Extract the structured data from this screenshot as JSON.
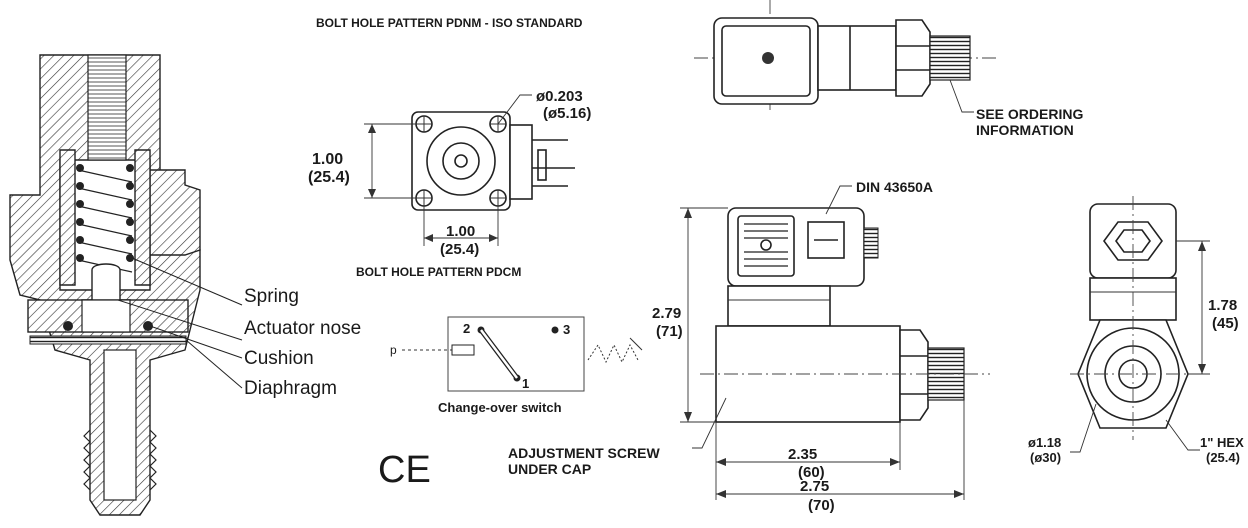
{
  "bolt_pdnm": {
    "title": "BOLT HOLE PATTERN PDNM - ISO STANDARD"
  },
  "bolt_pdcm": {
    "title": "BOLT HOLE PATTERN PDCM",
    "hole_dia_in": "ø0.203",
    "hole_dia_mm": "(ø5.16)",
    "height_in": "1.00",
    "height_mm": "(25.4)",
    "width_in": "1.00",
    "width_mm": "(25.4)"
  },
  "cutaway": {
    "labels": [
      "Spring",
      "Actuator nose",
      "Cushion",
      "Diaphragm"
    ]
  },
  "switch_symbol": {
    "caption": "Change-over switch",
    "terminal_1": "1",
    "terminal_2": "2",
    "terminal_3": "3",
    "pressure": "p"
  },
  "ce_mark": "CE",
  "top_view": {
    "note_line1": "SEE ORDERING",
    "note_line2": "INFORMATION"
  },
  "side_view": {
    "connector": "DIN 43650A",
    "height_in": "2.79",
    "height_mm": "(71)",
    "adjust_line1": "ADJUSTMENT SCREW",
    "adjust_line2": "UNDER CAP",
    "len1_in": "2.35",
    "len1_mm": "(60)",
    "len2_in": "2.75",
    "len2_mm": "(70)"
  },
  "end_view": {
    "height_in": "1.78",
    "height_mm": "(45)",
    "dia_in": "ø1.18",
    "dia_mm": "(ø30)",
    "hex_in": "1\" HEX",
    "hex_mm": "(25.4)"
  }
}
